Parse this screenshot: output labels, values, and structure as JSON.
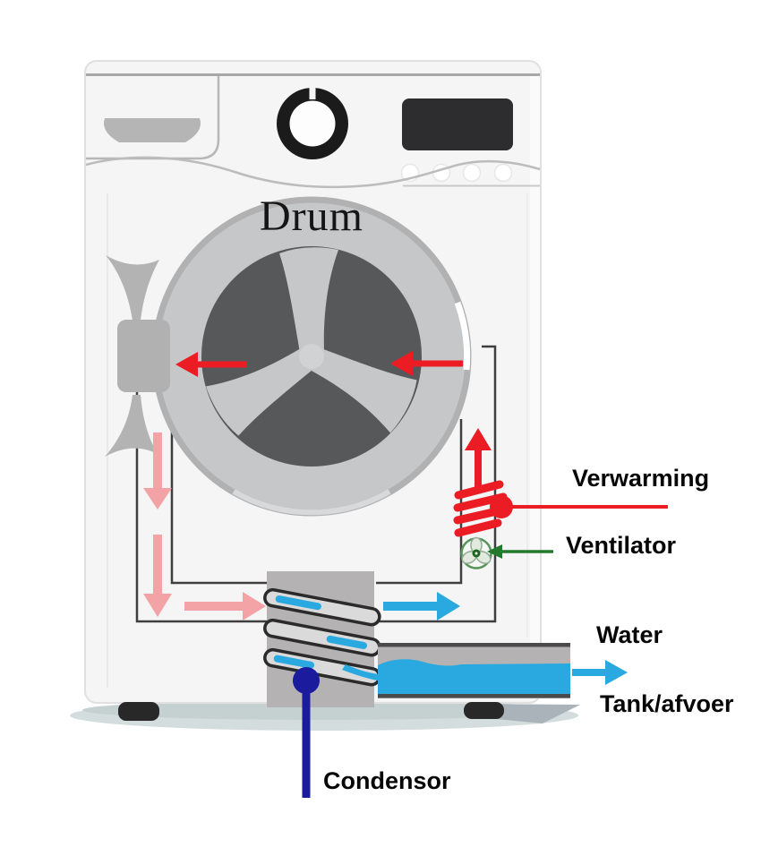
{
  "diagram": {
    "labels": {
      "drum": "Drum",
      "verwarming": "Verwarming",
      "ventilator": "Ventilator",
      "water": "Water",
      "tank_afvoer": "Tank/afvoer",
      "condensor": "Condensor"
    },
    "colors": {
      "hot_air_red": "#ec1c24",
      "moist_air_pink": "#f3a3a5",
      "water_blue": "#29a9e1",
      "condensor_navy": "#1b1b9e",
      "ventilator_green": "#237a2d"
    }
  }
}
